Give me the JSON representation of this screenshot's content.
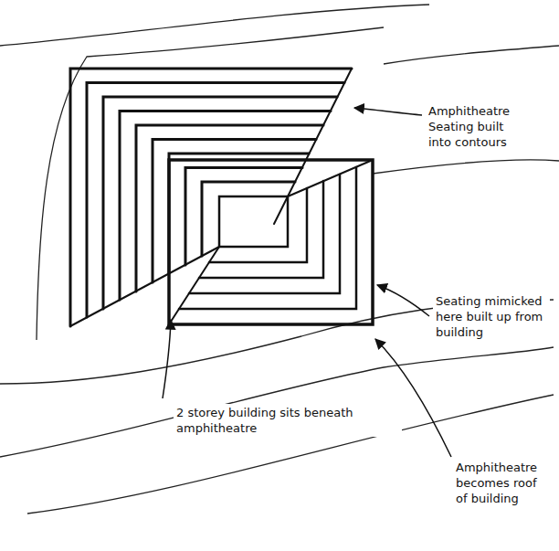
{
  "diagram": {
    "labels": [
      "Amphitheatre Seating built into contours",
      "Seating mimicked here built up from building",
      "2 storey building sits beneath amphitheatre",
      "Amphitheatre becomes roof of building"
    ]
  }
}
